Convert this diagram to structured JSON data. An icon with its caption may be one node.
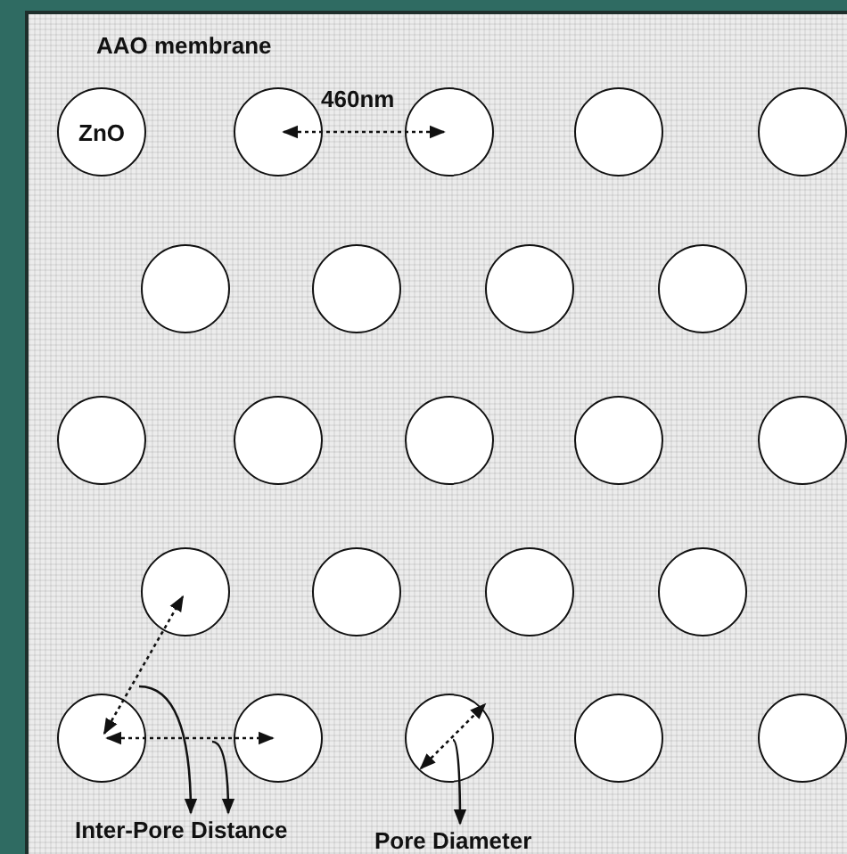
{
  "diagram": {
    "nodes": [
      {
        "text": [
          "AAO membrane"
        ]
      },
      {
        "text": [
          "ZnO"
        ],
        "in": 0
      },
      {
        "text": [],
        "shape": "circle",
        "in": 0
      },
      {
        "text": [],
        "shape": "circle",
        "in": 0
      },
      {
        "text": [],
        "shape": "circle",
        "in": 0
      },
      {
        "text": [],
        "shape": "circle",
        "in": 0
      },
      {
        "text": [],
        "shape": "circle",
        "in": 0
      },
      {
        "text": [],
        "shape": "circle",
        "in": 0
      },
      {
        "text": [],
        "shape": "circle",
        "in": 0
      },
      {
        "text": [],
        "shape": "circle",
        "in": 0
      },
      {
        "text": [],
        "shape": "circle",
        "in": 0
      },
      {
        "text": [],
        "shape": "circle",
        "in": 0
      },
      {
        "text": [],
        "shape": "circle",
        "in": 0
      },
      {
        "text": [],
        "shape": "circle",
        "in": 0
      },
      {
        "text": [],
        "shape": "circle",
        "in": 0
      },
      {
        "text": [],
        "shape": "circle",
        "in": 0
      },
      {
        "text": [],
        "shape": "circle",
        "in": 0
      },
      {
        "text": [],
        "shape": "circle",
        "in": 0
      },
      {
        "text": [],
        "shape": "circle",
        "in": 0
      },
      {
        "text": [],
        "shape": "circle",
        "in": 0
      },
      {
        "text": [],
        "shape": "circle",
        "in": 0
      },
      {
        "text": [],
        "shape": "circle",
        "in": 0
      },
      {
        "text": [],
        "shape": "circle",
        "in": 0
      },
      {
        "text": [],
        "shape": "circle",
        "in": 0
      },
      {
        "text": [
          "Inter-Pore Distance"
        ],
        "in": 0
      },
      {
        "text": [
          "Pore Diameter"
        ],
        "in": 0
      }
    ],
    "edges": [
      {
        "from": 2,
        "to": 3,
        "arrow": "both",
        "style": "dashed",
        "label": "460nm"
      },
      {
        "from": 19,
        "to": 15,
        "arrow": "both",
        "style": "dashed"
      },
      {
        "from": 19,
        "to": 20,
        "arrow": "both",
        "style": "dashed"
      },
      {
        "from": 19,
        "to": 24,
        "arrow": "to"
      },
      {
        "from": 20,
        "to": 24,
        "arrow": "to"
      },
      {
        "from": 21,
        "to": 25,
        "arrow": "to"
      }
    ]
  }
}
